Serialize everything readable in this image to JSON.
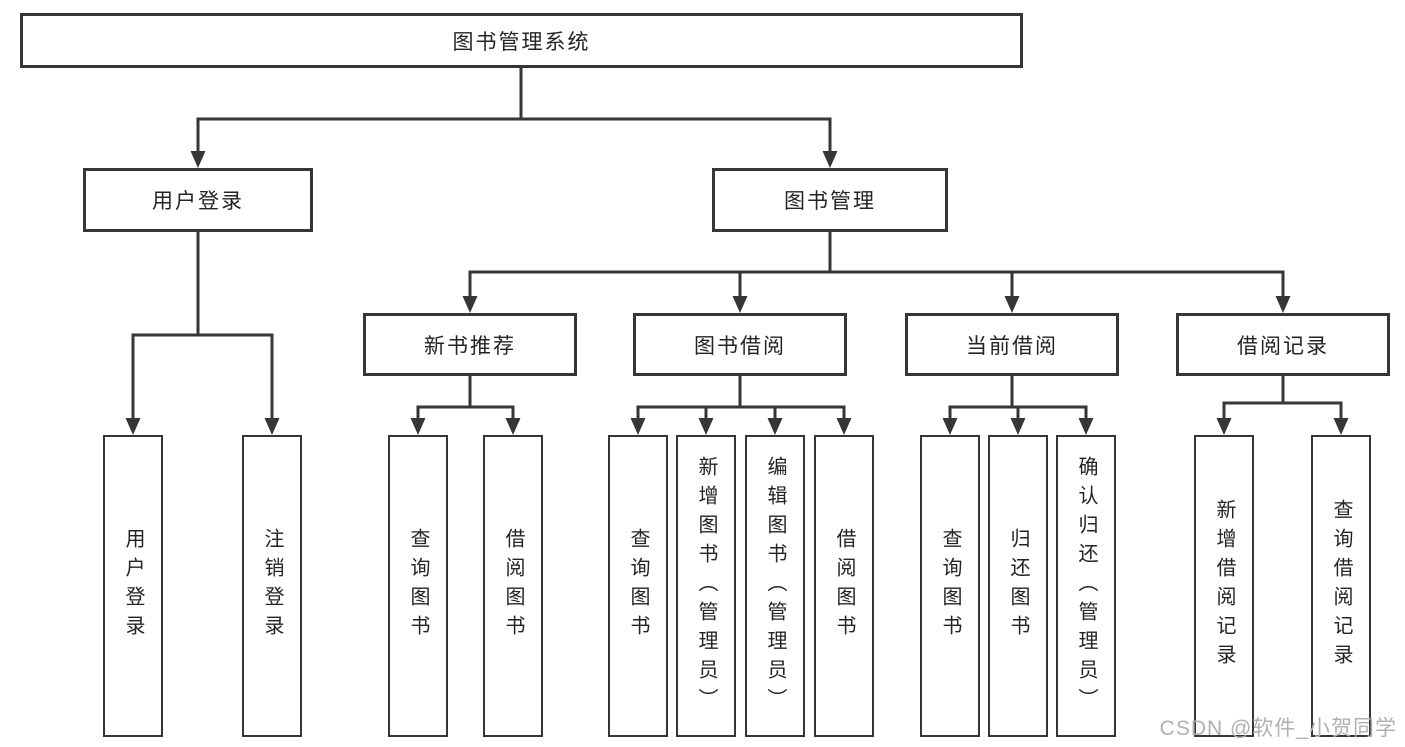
{
  "tree": {
    "root": {
      "label": "图书管理系统"
    },
    "branches": [
      {
        "label": "用户登录",
        "children": [
          {
            "label": "用户登录"
          },
          {
            "label": "注销登录"
          }
        ]
      },
      {
        "label": "图书管理",
        "children": [
          {
            "label": "新书推荐",
            "children": [
              {
                "label": "查询图书"
              },
              {
                "label": "借阅图书"
              }
            ]
          },
          {
            "label": "图书借阅",
            "children": [
              {
                "label": "查询图书"
              },
              {
                "label": "新增图书（管理员）"
              },
              {
                "label": "编辑图书（管理员）"
              },
              {
                "label": "借阅图书"
              }
            ]
          },
          {
            "label": "当前借阅",
            "children": [
              {
                "label": "查询图书"
              },
              {
                "label": "归还图书"
              },
              {
                "label": "确认归还（管理员）"
              }
            ]
          },
          {
            "label": "借阅记录",
            "children": [
              {
                "label": "新增借阅记录"
              },
              {
                "label": "查询借阅记录"
              }
            ]
          }
        ]
      }
    ]
  },
  "watermark": {
    "text": "CSDN @软件_小贺同学",
    "color": "#b0b0b0"
  },
  "colors": {
    "line": "#363636",
    "text": "#242424",
    "background": "#ffffff"
  }
}
